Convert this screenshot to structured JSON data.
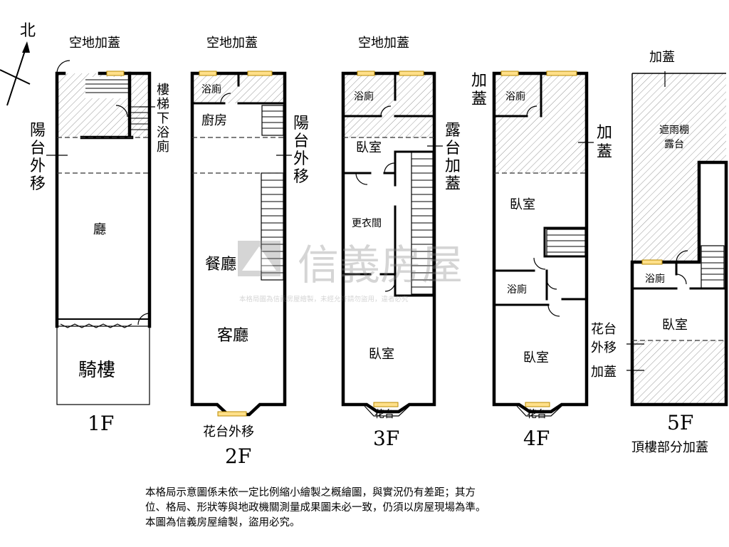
{
  "compass": {
    "label": "北"
  },
  "watermark": {
    "brand": "信義房屋",
    "caption": "本格局圖為信義房屋繪製，未經允許請勿盜用，違者必究"
  },
  "floors": {
    "f1": {
      "caption": "1F",
      "top_label": "空地加蓋",
      "side_left": [
        "陽",
        "台",
        "外",
        "移"
      ],
      "side_right": [
        "樓",
        "梯",
        "下",
        "浴",
        "廁"
      ],
      "main_room": "廳",
      "arcade": "騎樓"
    },
    "f2": {
      "caption": "2F",
      "top_label": "空地加蓋",
      "bath": "浴廁",
      "kitchen": "廚房",
      "side_right": [
        "陽",
        "台",
        "外",
        "移"
      ],
      "dining": "餐廳",
      "living": "客廳",
      "bottom_label": "花台外移"
    },
    "f3": {
      "caption": "3F",
      "top_label": "空地加蓋",
      "bath": "浴廁",
      "bedroom_top": "臥室",
      "side_right": [
        "露",
        "台",
        "加",
        "蓋"
      ],
      "closet": "更衣間",
      "bedroom_main": "臥室",
      "planter": "花台"
    },
    "f4": {
      "caption": "4F",
      "top_left_label": [
        "加",
        "蓋"
      ],
      "bath_top": "浴廁",
      "side_right": [
        "加",
        "蓋"
      ],
      "bedroom_top": "臥室",
      "bath_mid": "浴廁",
      "bedroom_main": "臥室",
      "planter": "花台"
    },
    "f5": {
      "caption": "5F",
      "subcaption": "頂樓部分加蓋",
      "top_label": "加蓋",
      "canopy": [
        "遮雨棚",
        "露台"
      ],
      "bath": "浴廁",
      "bedroom": "臥室",
      "planter_left": [
        "花台",
        "外移"
      ],
      "addition_left": "加蓋"
    }
  },
  "note": {
    "lines": [
      "本格局示意圖係未依一定比例縮小繪製之概繪圖，與實況仍有差距；其方",
      "位、格局、形狀等與地政機關測量成果圖未必一致，仍須以房屋現場為準。",
      "本圖為信義房屋繪製，盜用必究。"
    ]
  },
  "colors": {
    "window": "#ffe08a",
    "wall": "#000000",
    "watermark": "#9a9a9a"
  }
}
